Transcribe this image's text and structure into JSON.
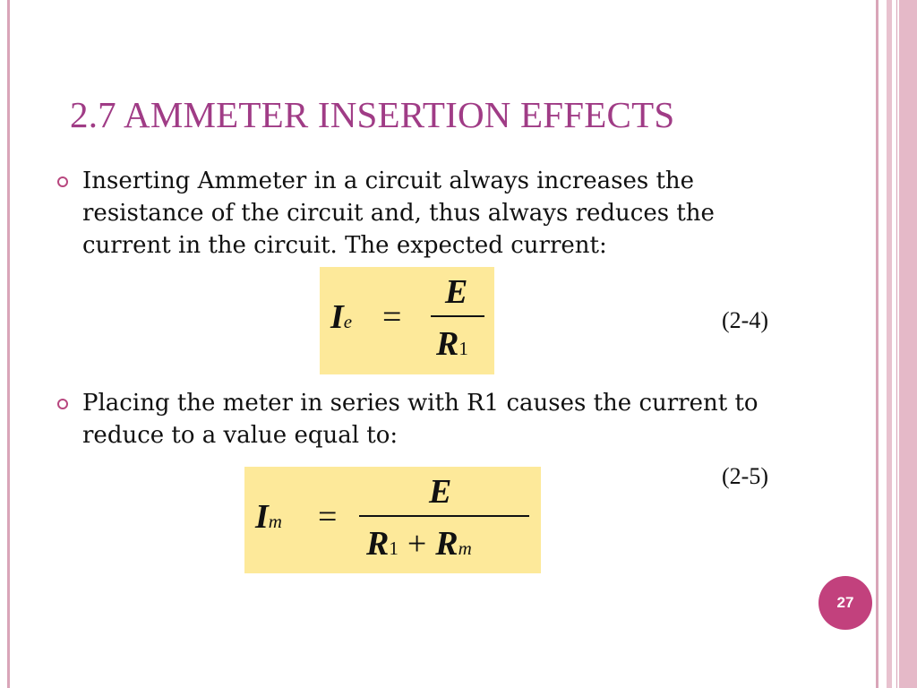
{
  "slide": {
    "title": "2.7 AMMETER INSERTION EFFECTS",
    "page_number": "27",
    "colors": {
      "title": "#a03c86",
      "bullet": "#b8477f",
      "equation_bg": "#fde99a",
      "badge": "#c2417d",
      "frame": "#d9a5b8"
    }
  },
  "bullets": [
    {
      "icon": "ring-bullet-icon",
      "text": "Inserting Ammeter in a circuit always increases the resistance of the circuit and, thus always reduces the current in the circuit. The expected current:"
    },
    {
      "icon": "ring-bullet-icon",
      "text": "Placing the meter in series with R1 causes the current to reduce to a value equal to:"
    }
  ],
  "equations": [
    {
      "number": "(2-4)",
      "lhs": "I",
      "lhs_sub": "e",
      "equals": "=",
      "numerator": "E",
      "den_1": "R",
      "den_1_sub": "1"
    },
    {
      "number": "(2-5)",
      "lhs": "I",
      "lhs_sub": "m",
      "equals": "=",
      "numerator": "E",
      "den_1": "R",
      "den_1_sub": "1",
      "plus": "+",
      "den_2": "R",
      "den_2_sub": "m"
    }
  ]
}
